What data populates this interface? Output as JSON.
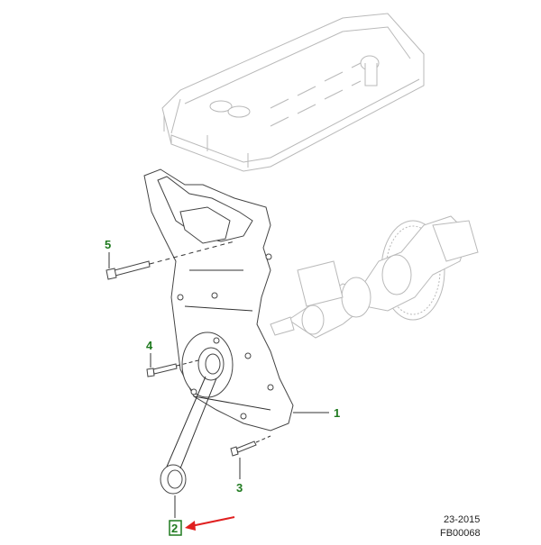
{
  "diagram": {
    "callouts": [
      {
        "id": "1",
        "label": "1"
      },
      {
        "id": "2",
        "label": "2"
      },
      {
        "id": "3",
        "label": "3"
      },
      {
        "id": "4",
        "label": "4"
      },
      {
        "id": "5",
        "label": "5"
      }
    ],
    "footer": {
      "date_code": "23-2015",
      "figure_code": "FB00068"
    },
    "colors": {
      "callout": "#1f7a1f",
      "arrow": "#e02020",
      "line_art": "#444444",
      "ghost_art": "#b9b9b9"
    }
  }
}
